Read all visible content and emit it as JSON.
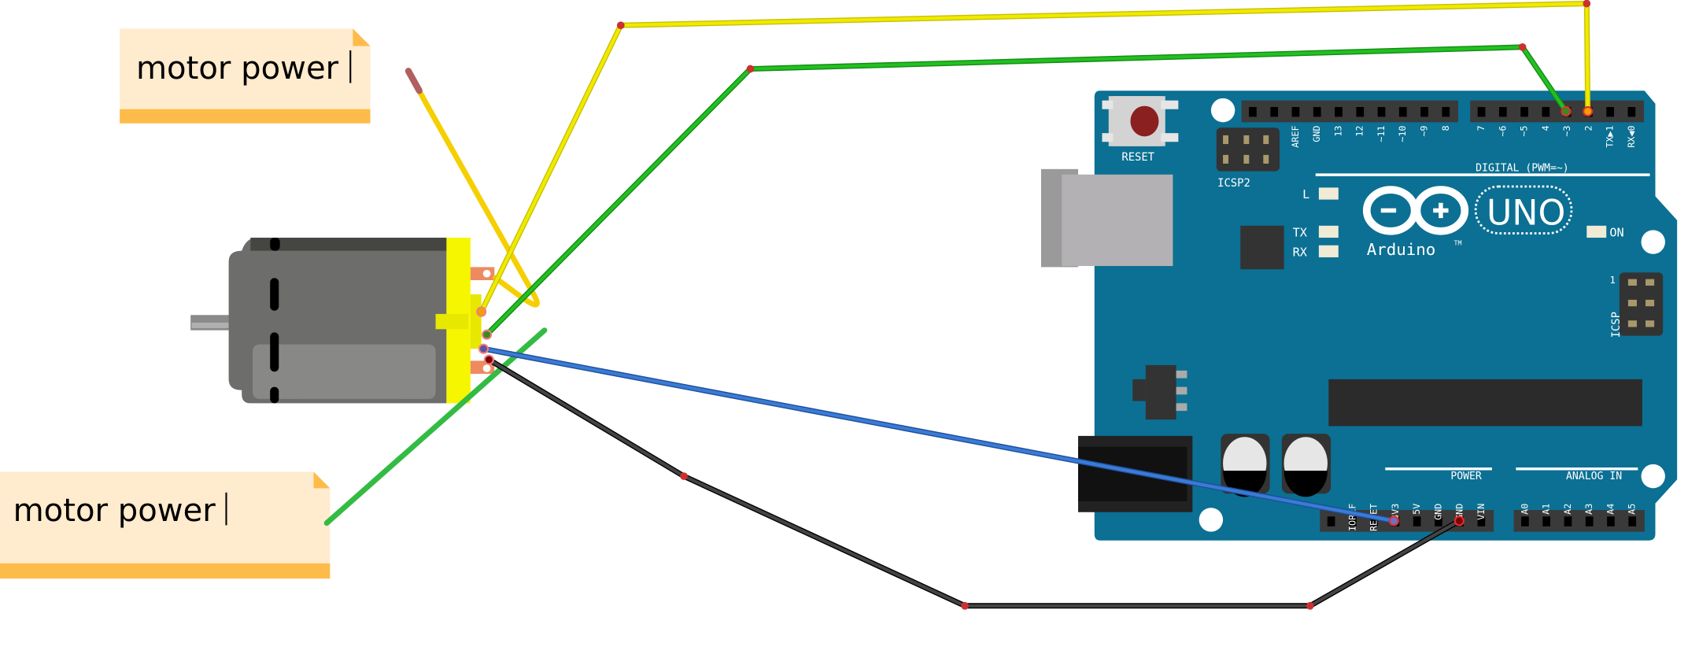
{
  "notes": [
    {
      "text": "motor power"
    },
    {
      "text": "motor power"
    }
  ],
  "board": {
    "reset_label": "RESET",
    "icsp2_label": "ICSP2",
    "icsp_label": "ICSP",
    "icsp_pin1": "1",
    "led_l": "L",
    "led_tx": "TX",
    "led_rx": "RX",
    "led_on": "ON",
    "logo_text": "Arduino",
    "tm": "TM",
    "model": "UNO",
    "digital_label": "DIGITAL (PWM=~)",
    "power_label": "POWER",
    "analog_label": "ANALOG IN",
    "digital_left": [
      "AREF",
      "GND",
      "13",
      "12",
      "~11",
      "~10",
      "~9",
      "8"
    ],
    "digital_right": [
      "7",
      "~6",
      "~5",
      "4",
      "~3",
      "2",
      "TX▶1",
      "RX◀0"
    ],
    "power_pins": [
      "IOREF",
      "RESET",
      "3V3",
      "5V",
      "GND",
      "GND",
      "VIN"
    ],
    "analog_pins": [
      "A0",
      "A1",
      "A2",
      "A3",
      "A4",
      "A5"
    ]
  },
  "colors": {
    "board": "#0b7093",
    "wire_yellow": "#f0ea00",
    "wire_green": "#22b022",
    "wire_blue": "#3a7bd5",
    "wire_black": "#333333",
    "note_bg": "#ffebcd",
    "note_bar": "#fdbb49",
    "motor_cap": "#f6f600"
  }
}
